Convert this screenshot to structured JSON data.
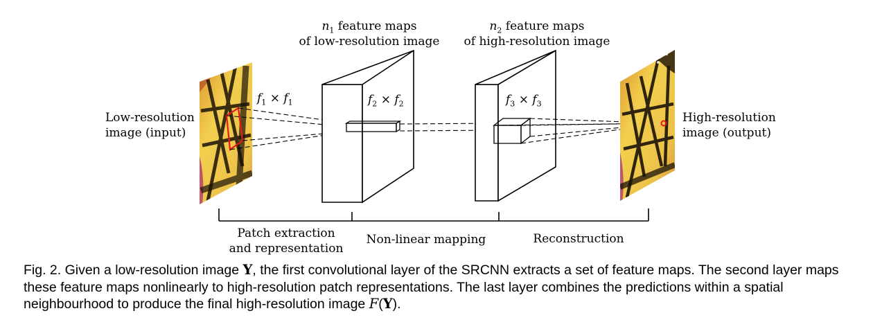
{
  "figure": {
    "top_labels": {
      "fm1": {
        "var": "n",
        "sub": "1",
        "line1_rest": " feature maps",
        "line2": "of low-resolution image"
      },
      "fm2": {
        "var": "n",
        "sub": "2",
        "line1_rest": " feature maps",
        "line2": "of high-resolution image"
      }
    },
    "input_label": {
      "line1": "Low-resolution",
      "line2": "image (input)"
    },
    "output_label": {
      "line1": "High-resolution",
      "line2": "image (output)"
    },
    "filters": [
      {
        "a": "f",
        "a_sub": "1",
        "op": " × ",
        "b": "f",
        "b_sub": "1"
      },
      {
        "a": "f",
        "a_sub": "2",
        "op": " × ",
        "b": "f",
        "b_sub": "2"
      },
      {
        "a": "f",
        "a_sub": "3",
        "op": " × ",
        "b": "f",
        "b_sub": "3"
      }
    ],
    "stages": {
      "patch_line1": "Patch extraction",
      "patch_line2": "and representation",
      "mapping": "Non-linear mapping",
      "reconstruction": "Reconstruction"
    },
    "colors": {
      "selection": "#e41a1c",
      "wing": "#e8c040",
      "wing_dark": "#c07a1c",
      "vein": "#1a1208",
      "background_pink": "#b54a6a"
    }
  },
  "caption": {
    "prefix": "Fig. 2.  Given a low-resolution image ",
    "Y": "Y",
    "text1": ", the first convolutional layer of the SRCNN extracts a set of feature maps. The second layer maps these feature maps nonlinearly to high-resolution patch representations. The last layer combines the predictions within a spatial neighbourhood to produce the final high-resolution image ",
    "F": "F",
    "paren_open": "(",
    "paren_close": ").",
    "Y2": "Y"
  }
}
